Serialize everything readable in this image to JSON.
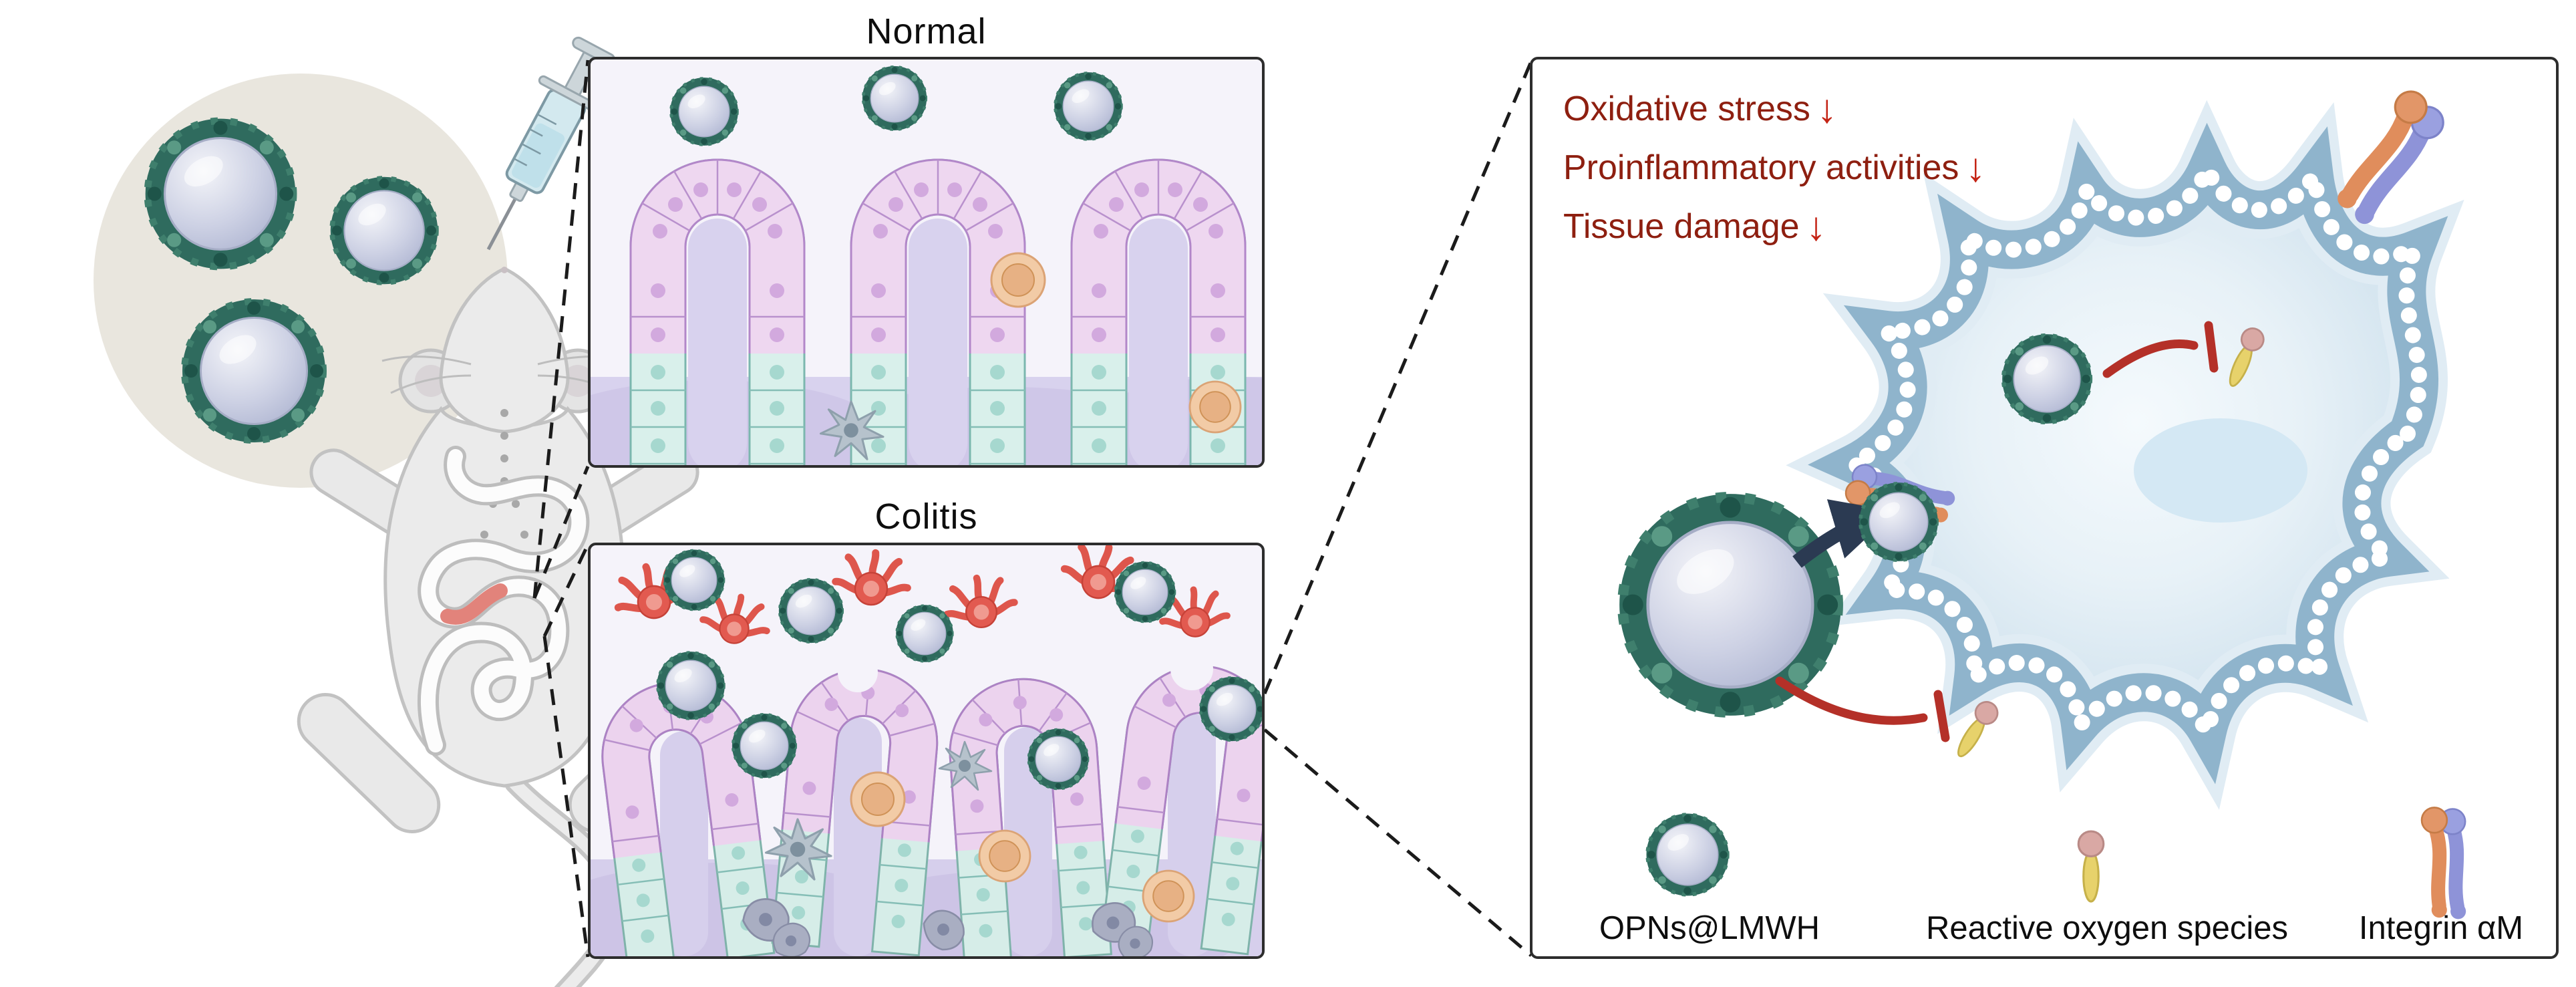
{
  "figure": {
    "panel_titles": {
      "normal": "Normal",
      "colitis": "Colitis"
    }
  },
  "mechanism_panel": {
    "effects": [
      {
        "label": "Oxidative stress",
        "arrow": "↓"
      },
      {
        "label": "Proinflammatory activities",
        "arrow": "↓"
      },
      {
        "label": "Tissue damage",
        "arrow": "↓"
      }
    ],
    "legend": [
      {
        "icon": "nanoparticle-icon",
        "label": "OPNs@LMWH"
      },
      {
        "icon": "ros-icon",
        "label": "Reactive oxygen species"
      },
      {
        "icon": "integrin-icon",
        "label": "Integrin αM"
      }
    ]
  },
  "colors": {
    "effect_text": "#8e1f10",
    "effect_arrow": "#c42415",
    "nanoparticle_shell": "#2f6b5e",
    "nanoparticle_core": "#d3d7e8",
    "cell_membrane": "#8fb4cc",
    "ros_body": "#e7d26b",
    "integrin_alpha_chain": "#e08d5c",
    "integrin_beta_chain": "#8e93d8",
    "colitis_immune_cell": "#e25a50"
  }
}
